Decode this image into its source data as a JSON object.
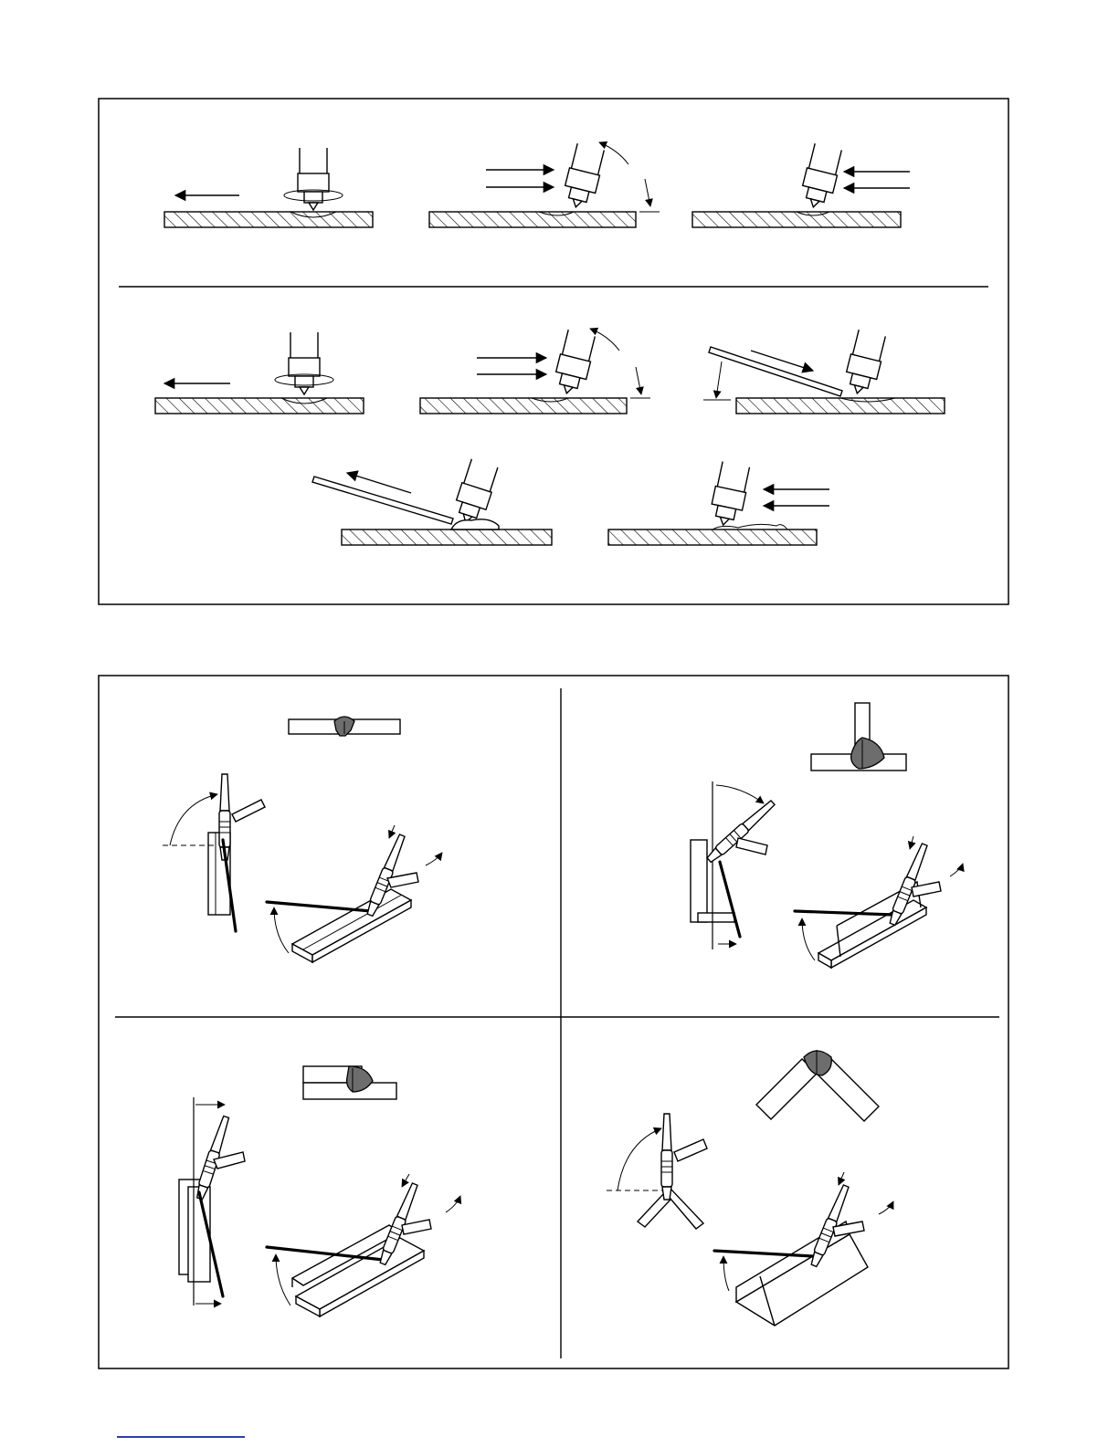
{
  "figures": {
    "top_panel": {
      "rows": [
        {
          "name": "row-1",
          "steps": 3
        },
        {
          "name": "row-2",
          "steps": 3
        },
        {
          "name": "row-3",
          "steps": 2
        }
      ]
    },
    "bottom_panel": {
      "quadrants": [
        "butt-joint",
        "tee-joint",
        "lap-joint",
        "corner-joint"
      ]
    }
  },
  "colors": {
    "ink": "#000000",
    "bead": "#6d6d6d",
    "paper": "#ffffff",
    "link": "#2a3fb0"
  }
}
